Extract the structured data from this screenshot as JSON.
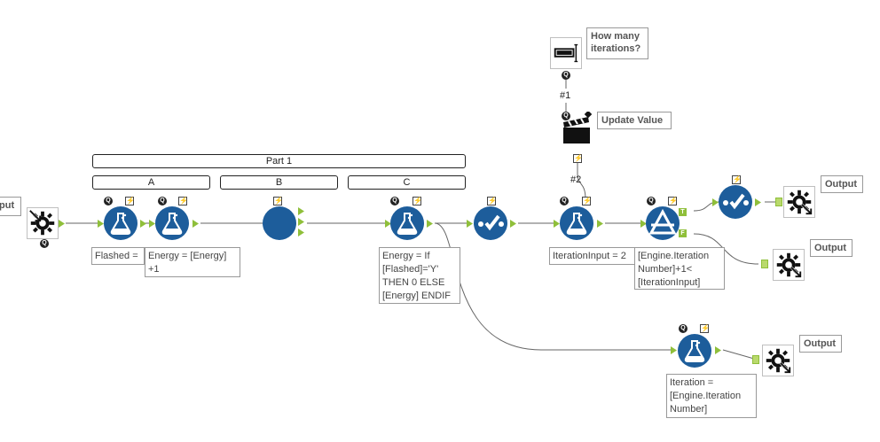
{
  "containers": {
    "part1": "Part 1",
    "a": "A",
    "b": "B",
    "c": "C"
  },
  "labels": {
    "output_left": "put",
    "output_top": "Output",
    "output_mid": "Output",
    "output_bottom": "Output",
    "how_many": "How many\niterations?",
    "update_value": "Update Value"
  },
  "connection_labels": {
    "c1": "#1",
    "c2": "#2"
  },
  "annotations": {
    "flashed": "Flashed = '",
    "energy_plus": "Energy = [Energy]\n+1",
    "energy_if": "Energy = If\n[Flashed]='Y'\nTHEN 0 ELSE\n[Energy] ENDIF",
    "iteration_input": "IterationInput = 2",
    "engine_iter": "[Engine.Iteration\nNumber]+1<\n[IterationInput]",
    "iteration": "Iteration =\n[Engine.Iteration\nNumber]"
  },
  "glyphs": {
    "q": "Q",
    "bolt": "⚡",
    "t": "T",
    "f": "F"
  },
  "colors": {
    "tool_blue": "#1d5d9b",
    "anchor_green": "#8fbf3a"
  },
  "icons": [
    "macro-input-icon",
    "formula-icon",
    "filter-icon",
    "select-icon",
    "macro-output-icon",
    "text-box-icon",
    "action-icon"
  ]
}
